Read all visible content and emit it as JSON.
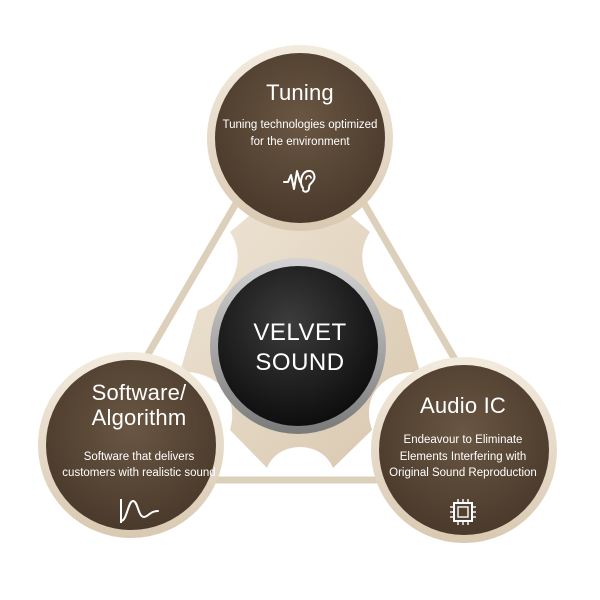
{
  "center": {
    "line1": "VELVET",
    "line2": "SOUND"
  },
  "nodes": {
    "tuning": {
      "title": "Tuning",
      "desc_line1": "Tuning technologies optimized",
      "desc_line2": "for the environment",
      "icon": "ear-waveform-icon"
    },
    "software": {
      "title_line1": "Software/",
      "title_line2": "Algorithm",
      "desc_line1": "Software that delivers",
      "desc_line2": "customers with realistic sound",
      "icon": "waveform-icon"
    },
    "audio_ic": {
      "title": "Audio IC",
      "desc_line1": "Endeavour to Eliminate",
      "desc_line2": "Elements Interfering with",
      "desc_line3": "Original Sound Reproduction",
      "icon": "chip-icon"
    }
  },
  "colors": {
    "node_fill": "#5a4837",
    "node_ring": "#e8dccb",
    "connector": "#ddd0bb",
    "center_fill": "#1e1e1e",
    "center_ring": "#a9a9a9"
  }
}
